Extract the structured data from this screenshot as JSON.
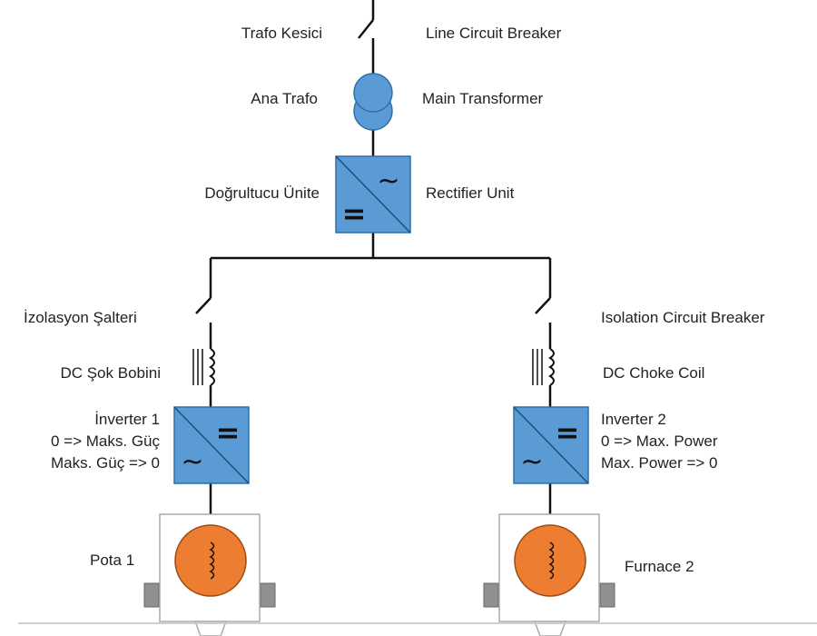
{
  "labels": {
    "line_breaker_tr": "Trafo Kesici",
    "line_breaker_en": "Line Circuit Breaker",
    "transformer_tr": "Ana Trafo",
    "transformer_en": "Main Transformer",
    "rectifier_tr": "Doğrultucu Ünite",
    "rectifier_en": "Rectifier Unit",
    "isolation_tr": "İzolasyon Şalteri",
    "isolation_en": "Isolation Circuit Breaker",
    "choke_tr": "DC Şok Bobini",
    "choke_en": "DC Choke Coil",
    "inverter1": [
      "İnverter 1",
      "0 => Maks. Güç",
      "Maks. Güç => 0"
    ],
    "inverter2": [
      "Inverter 2",
      "0 => Max. Power",
      "Max. Power => 0"
    ],
    "furnace1": "Pota 1",
    "furnace2": "Furnace 2"
  },
  "symbols": {
    "dc": "=",
    "ac": "~"
  },
  "colors": {
    "line": "#111111",
    "converter_fill": "#5b9bd5",
    "converter_stroke": "#2e6fa8",
    "furnace_fill": "#ed7d31",
    "furnace_stroke": "#9c4a14",
    "housing_stroke": "#aaaaaa",
    "foot_fill": "#909090"
  }
}
